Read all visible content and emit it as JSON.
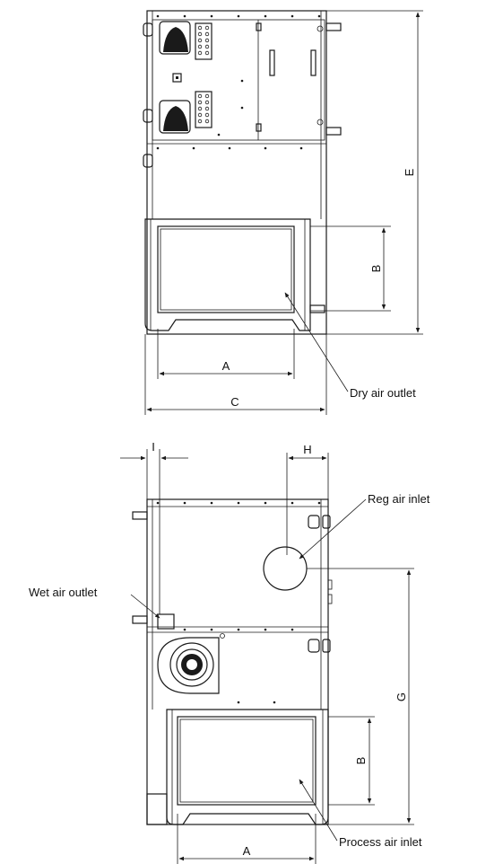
{
  "top_view": {
    "dimensions": {
      "a": "A",
      "b": "B",
      "c": "C",
      "e": "E"
    },
    "callout_dry_air_outlet": "Dry air outlet"
  },
  "bottom_view": {
    "dimensions": {
      "a": "A",
      "b": "B",
      "g": "G",
      "h": "H",
      "i": "I"
    },
    "callout_reg_air_inlet": "Reg air inlet",
    "callout_wet_air_outlet": "Wet air outlet",
    "callout_process_air_inlet": "Process air inlet"
  }
}
